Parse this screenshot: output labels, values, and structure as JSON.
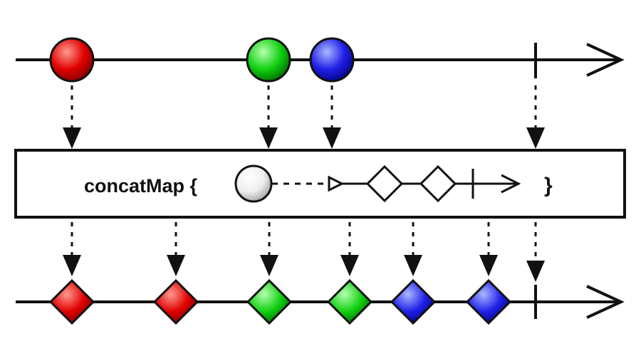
{
  "diagram": {
    "operator_label": "concatMap {",
    "closing_brace": "}",
    "source_marbles": [
      {
        "shape": "circle",
        "color": "red"
      },
      {
        "shape": "circle",
        "color": "green"
      },
      {
        "shape": "circle",
        "color": "blue"
      }
    ],
    "result_marbles": [
      {
        "shape": "diamond",
        "color": "red"
      },
      {
        "shape": "diamond",
        "color": "red"
      },
      {
        "shape": "diamond",
        "color": "green"
      },
      {
        "shape": "diamond",
        "color": "green"
      },
      {
        "shape": "diamond",
        "color": "blue"
      },
      {
        "shape": "diamond",
        "color": "blue"
      }
    ],
    "colors": {
      "red": [
        "#ff9a90",
        "#e00000",
        "#7a0000"
      ],
      "green": [
        "#b6ffb0",
        "#10d010",
        "#006400"
      ],
      "blue": [
        "#aab8ff",
        "#2020e8",
        "#000080"
      ],
      "template": [
        "#ffffff",
        "#eeeeee",
        "#9a9a9a"
      ]
    }
  }
}
